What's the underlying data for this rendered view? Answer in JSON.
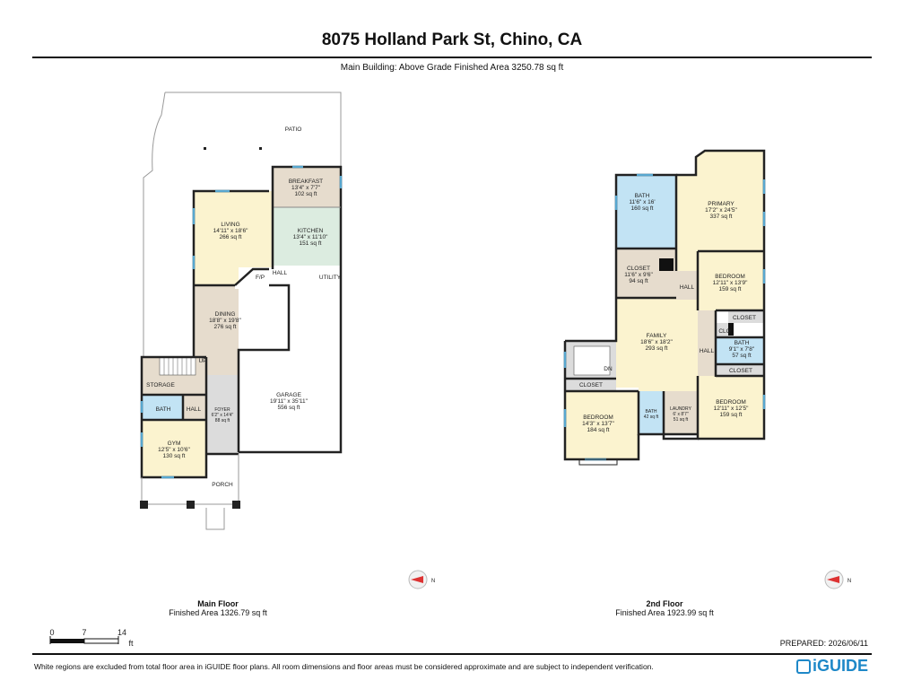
{
  "header": {
    "address": "8075 Holland Park St, Chino, CA",
    "area_line": "Main Building: Above Grade Finished Area 3250.78 sq ft"
  },
  "main_floor": {
    "name": "Main Floor",
    "area": "Finished Area 1326.79 sq ft",
    "patio": "PATIO",
    "porch": "PORCH",
    "storage": "STORAGE",
    "bath": "BATH",
    "hall": "HALL",
    "hall2": "HALL",
    "utility": "UTILITY",
    "fp": "F/P",
    "up": "UP",
    "breakfast": {
      "name": "BREAKFAST",
      "dims": "13'4\" x 7'7\"",
      "area": "102 sq ft"
    },
    "living": {
      "name": "LIVING",
      "dims": "14'11\" x 18'6\"",
      "area": "266 sq ft"
    },
    "kitchen": {
      "name": "KITCHEN",
      "dims": "13'4\" x 11'10\"",
      "area": "151 sq ft"
    },
    "dining": {
      "name": "DINING",
      "dims": "18'8\" x 19'8\"",
      "area": "276 sq ft"
    },
    "garage": {
      "name": "GARAGE",
      "dims": "19'11\" x 35'11\"",
      "area": "556 sq ft"
    },
    "foyer": {
      "name": "FOYER",
      "dims": "6'2\" x 14'4\"",
      "area": "88 sq ft"
    },
    "gym": {
      "name": "GYM",
      "dims": "12'5\" x 10'6\"",
      "area": "130 sq ft"
    }
  },
  "second_floor": {
    "name": "2nd Floor",
    "area": "Finished Area 1923.99 sq ft",
    "bath1": {
      "name": "BATH",
      "dims": "11'6\" x 16'",
      "area": "160 sq ft"
    },
    "primary": {
      "name": "PRIMARY",
      "dims": "17'2\" x 24'5\"",
      "area": "337 sq ft"
    },
    "closet1": {
      "name": "CLOSET",
      "dims": "11'6\" x 9'6\"",
      "area": "94 sq ft"
    },
    "hall_a": "HALL",
    "hall_b": "HALL",
    "bedroom1": {
      "name": "BEDROOM",
      "dims": "12'11\" x 13'9\"",
      "area": "159 sq ft"
    },
    "closet2": "CLOSET",
    "clo": "CLO",
    "bath2": {
      "name": "BATH",
      "dims": "9'1\" x 7'8\"",
      "area": "57 sq ft"
    },
    "closet3": "CLOSET",
    "family": {
      "name": "FAMILY",
      "dims": "18'6\" x 18'2\"",
      "area": "293 sq ft"
    },
    "dn": "DN",
    "closet4": "CLOSET",
    "bedroom2": {
      "name": "BEDROOM",
      "dims": "14'3\" x 13'7\"",
      "area": "184 sq ft"
    },
    "bath3": {
      "name": "BATH",
      "area": "42 sq ft"
    },
    "laundry": {
      "name": "LAUNDRY",
      "dims": "6' x 8'7\"",
      "area": "51 sq ft"
    },
    "bedroom3": {
      "name": "BEDROOM",
      "dims": "12'11\" x 12'5\"",
      "area": "159 sq ft"
    }
  },
  "scale": {
    "t0": "0",
    "t1": "7",
    "t2": "14",
    "unit": "ft"
  },
  "compass": "N",
  "prepared": "PREPARED: 2026/06/11",
  "footer": "White regions are excluded from total floor area in iGUIDE floor plans. All room dimensions and floor areas must be considered approximate and are subject to independent verification.",
  "logo": "iGUIDE",
  "colors": {
    "yellow": "#fbf3cf",
    "tan": "#e6dccd",
    "blue": "#c2e3f4",
    "green": "#dcece0",
    "gray": "#dcdcdc",
    "wall": "#222222",
    "window": "#58a7cf"
  }
}
